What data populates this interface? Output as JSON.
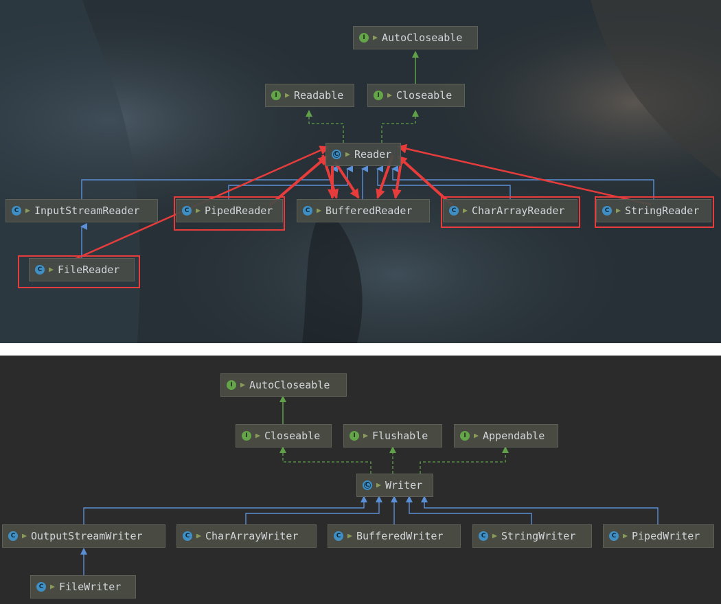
{
  "reader_diagram": {
    "nodes": {
      "autocloseable": {
        "label": "AutoCloseable",
        "kind": "interface"
      },
      "readable": {
        "label": "Readable",
        "kind": "interface"
      },
      "closeable": {
        "label": "Closeable",
        "kind": "interface"
      },
      "reader": {
        "label": "Reader",
        "kind": "abstract-class"
      },
      "inputstreamreader": {
        "label": "InputStreamReader",
        "kind": "class"
      },
      "pipedreader": {
        "label": "PipedReader",
        "kind": "class"
      },
      "bufferedreader": {
        "label": "BufferedReader",
        "kind": "class"
      },
      "chararrayreader": {
        "label": "CharArrayReader",
        "kind": "class"
      },
      "stringreader": {
        "label": "StringReader",
        "kind": "class"
      },
      "filereader": {
        "label": "FileReader",
        "kind": "class"
      }
    },
    "highlighted": [
      "pipedreader",
      "chararrayreader",
      "stringreader",
      "filereader"
    ],
    "highlight_color": "#e63c3c"
  },
  "writer_diagram": {
    "nodes": {
      "autocloseable": {
        "label": "AutoCloseable",
        "kind": "interface"
      },
      "closeable": {
        "label": "Closeable",
        "kind": "interface"
      },
      "flushable": {
        "label": "Flushable",
        "kind": "interface"
      },
      "appendable": {
        "label": "Appendable",
        "kind": "interface"
      },
      "writer": {
        "label": "Writer",
        "kind": "abstract-class"
      },
      "outputstreamwriter": {
        "label": "OutputStreamWriter",
        "kind": "class"
      },
      "chararraywriter": {
        "label": "CharArrayWriter",
        "kind": "class"
      },
      "bufferedwriter": {
        "label": "BufferedWriter",
        "kind": "class"
      },
      "stringwriter": {
        "label": "StringWriter",
        "kind": "class"
      },
      "pipedwriter": {
        "label": "PipedWriter",
        "kind": "class"
      },
      "filewriter": {
        "label": "FileWriter",
        "kind": "class"
      }
    }
  },
  "colors": {
    "interface_icon": "#63a548",
    "class_icon": "#3f8fc4",
    "extends_edge": "#5b8fd6",
    "implements_edge": "#5fa049",
    "annotation_red": "#e63c3c"
  }
}
